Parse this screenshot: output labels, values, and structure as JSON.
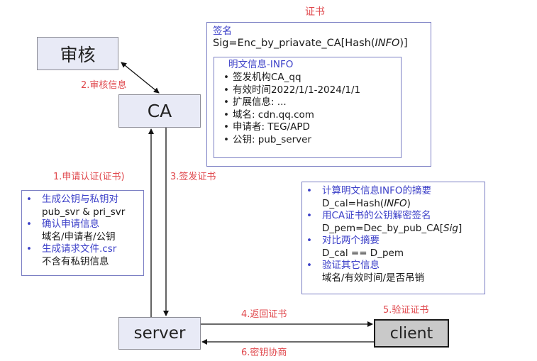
{
  "nodes": {
    "review": "审核",
    "ca": "CA",
    "server": "server",
    "client": "client"
  },
  "steps": {
    "step1": "1.申请认证(证书)",
    "step2": "2.审核信息",
    "step3": "3.签发证书",
    "step4": "4.返回证书",
    "step5": "5.验证证书",
    "step6": "6.密钥协商"
  },
  "certificate": {
    "title": "证书",
    "signature_label": "签名",
    "signature_formula_prefix": "Sig=Enc_by_priavate_CA[Hash(",
    "signature_formula_italic": "INFO",
    "signature_formula_suffix": ")]",
    "info_title": "明文信息-INFO",
    "info_items": [
      "签发机构CA_qq",
      "有效时间2022/1/1-2024/1/1",
      "扩展信息: ...",
      "域名: cdn.qq.com",
      "申请者: TEG/APD",
      "公钥: pub_server"
    ]
  },
  "request_box": {
    "items": [
      {
        "title": "生成公钥与私钥对",
        "detail": "pub_svr & pri_svr"
      },
      {
        "title": "确认申请信息",
        "detail": "域名/申请者/公钥"
      },
      {
        "title": "生成请求文件.csr",
        "detail": "不含有私钥信息"
      }
    ]
  },
  "verify_box": {
    "items": [
      {
        "title": "计算明文信息INFO的摘要",
        "detail_prefix": "D_cal=Hash(",
        "detail_italic": "INFO",
        "detail_suffix": ")"
      },
      {
        "title": "用CA证书的公钥解密签名",
        "detail_prefix": "D_pem=Dec_by_pub_CA[",
        "detail_italic": "Sig",
        "detail_suffix": "]"
      },
      {
        "title": "对比两个摘要",
        "detail_prefix": "D_cal == D_pem",
        "detail_italic": "",
        "detail_suffix": ""
      },
      {
        "title": "验证其它信息",
        "detail_prefix": "域名/有效时间/是否吊销",
        "detail_italic": "",
        "detail_suffix": ""
      }
    ]
  },
  "colors": {
    "step_label": "#e0484d",
    "heading_blue": "#3b3fc8",
    "frame_border": "#7b7fc4",
    "node_fill": "#e8eaf6",
    "client_fill": "#c9c9c9"
  }
}
